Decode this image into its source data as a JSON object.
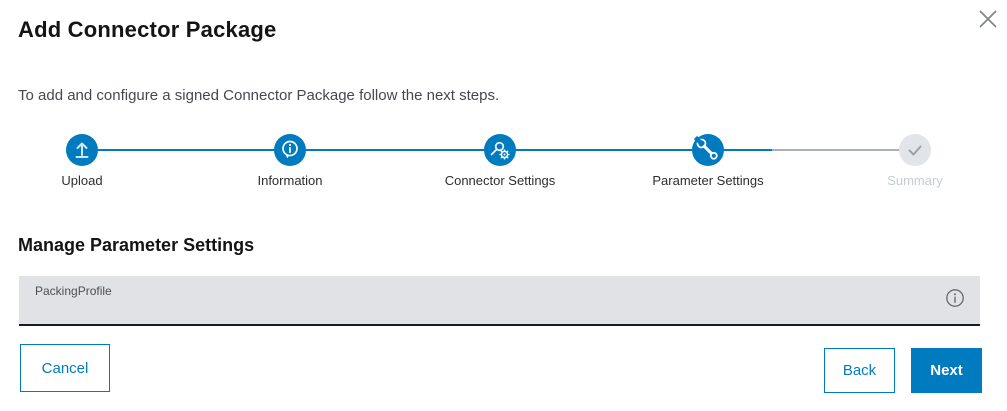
{
  "dialog": {
    "title": "Add Connector Package",
    "subtitle": "To add and configure a signed Connector Package follow the next steps."
  },
  "stepper": {
    "steps": [
      {
        "label": "Upload",
        "icon": "upload-icon",
        "state": "done"
      },
      {
        "label": "Information",
        "icon": "information-icon",
        "state": "done"
      },
      {
        "label": "Connector Settings",
        "icon": "connector-gear-icon",
        "state": "done"
      },
      {
        "label": "Parameter Settings",
        "icon": "wrench-icon",
        "state": "active"
      },
      {
        "label": "Summary",
        "icon": "check-icon",
        "state": "upcoming"
      }
    ],
    "colors": {
      "done": "#007bc0",
      "upcoming_circle": "#e1e4e8",
      "line_done": "#007bc0",
      "line_upcoming": "#a9b0b6"
    }
  },
  "section": {
    "heading": "Manage Parameter Settings"
  },
  "panel": {
    "value": "PackingProfile"
  },
  "footer": {
    "cancel_label": "Cancel",
    "back_label": "Back",
    "next_label": "Next",
    "accent_color": "#007bc0"
  }
}
